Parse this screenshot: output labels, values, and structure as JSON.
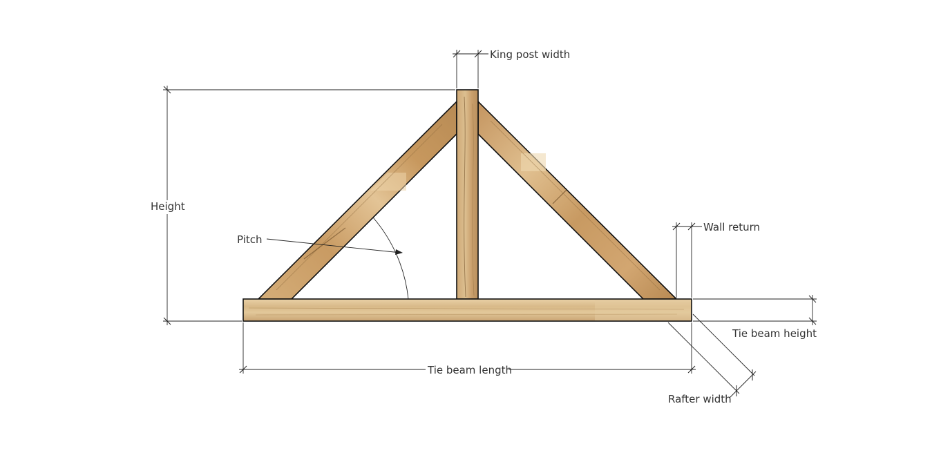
{
  "diagram": {
    "labels": {
      "king_post_width": "King post width",
      "height": "Height",
      "pitch": "Pitch",
      "wall_return": "Wall return",
      "tie_beam_height": "Tie beam height",
      "tie_beam_length": "Tie beam length",
      "rafter_width": "Rafter width"
    },
    "colors": {
      "wood_light": "#e6c79a",
      "wood_mid": "#c9a06a",
      "wood_dark": "#9a7040",
      "outline": "#111111",
      "dimension_line": "#222222",
      "label_text": "#333333",
      "background": "#ffffff"
    }
  }
}
